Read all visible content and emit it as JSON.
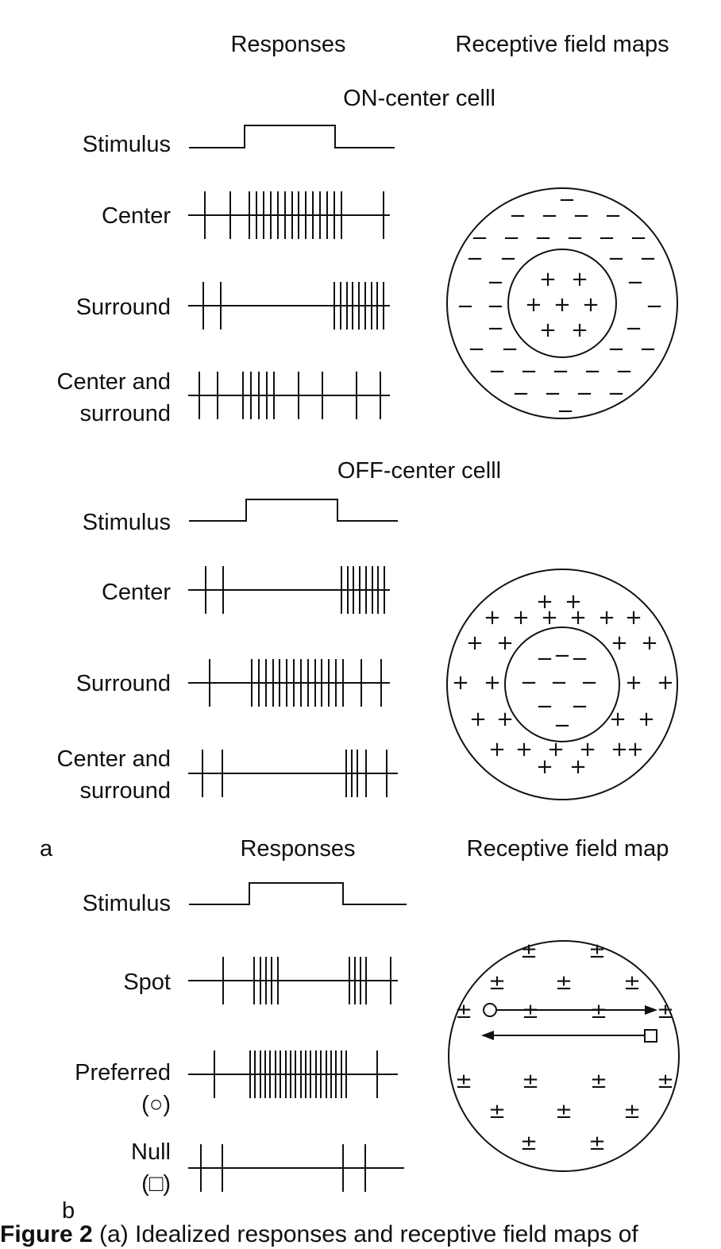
{
  "headers": {
    "responses": "Responses",
    "receptive_field_maps": "Receptive field maps",
    "responses_b": "Responses",
    "receptive_field_map_b": "Receptive field map"
  },
  "panel_labels": {
    "a": "a",
    "b": "b"
  },
  "on_center": {
    "title": "ON-center celll",
    "stimulus_label": "Stimulus",
    "rows": [
      {
        "label": [
          "Center"
        ]
      },
      {
        "label": [
          "Surround"
        ]
      },
      {
        "label": [
          "Center and",
          "surround"
        ]
      }
    ],
    "center_symbol": "+",
    "surround_symbol": "−"
  },
  "off_center": {
    "title": "OFF-center celll",
    "stimulus_label": "Stimulus",
    "rows": [
      {
        "label": [
          "Center"
        ]
      },
      {
        "label": [
          "Surround"
        ]
      },
      {
        "label": [
          "Center and",
          "surround"
        ]
      }
    ],
    "center_symbol": "−",
    "surround_symbol": "+"
  },
  "direction_selective": {
    "stimulus_label": "Stimulus",
    "rows": [
      {
        "label": [
          "Spot"
        ]
      },
      {
        "label": [
          "Preferred",
          "(○)"
        ]
      },
      {
        "label": [
          "Null",
          "(□)"
        ]
      }
    ],
    "field_symbol": "±"
  },
  "caption": {
    "bold": "Figure 2",
    "text": "  (a) Idealized responses and receptive field maps of"
  }
}
